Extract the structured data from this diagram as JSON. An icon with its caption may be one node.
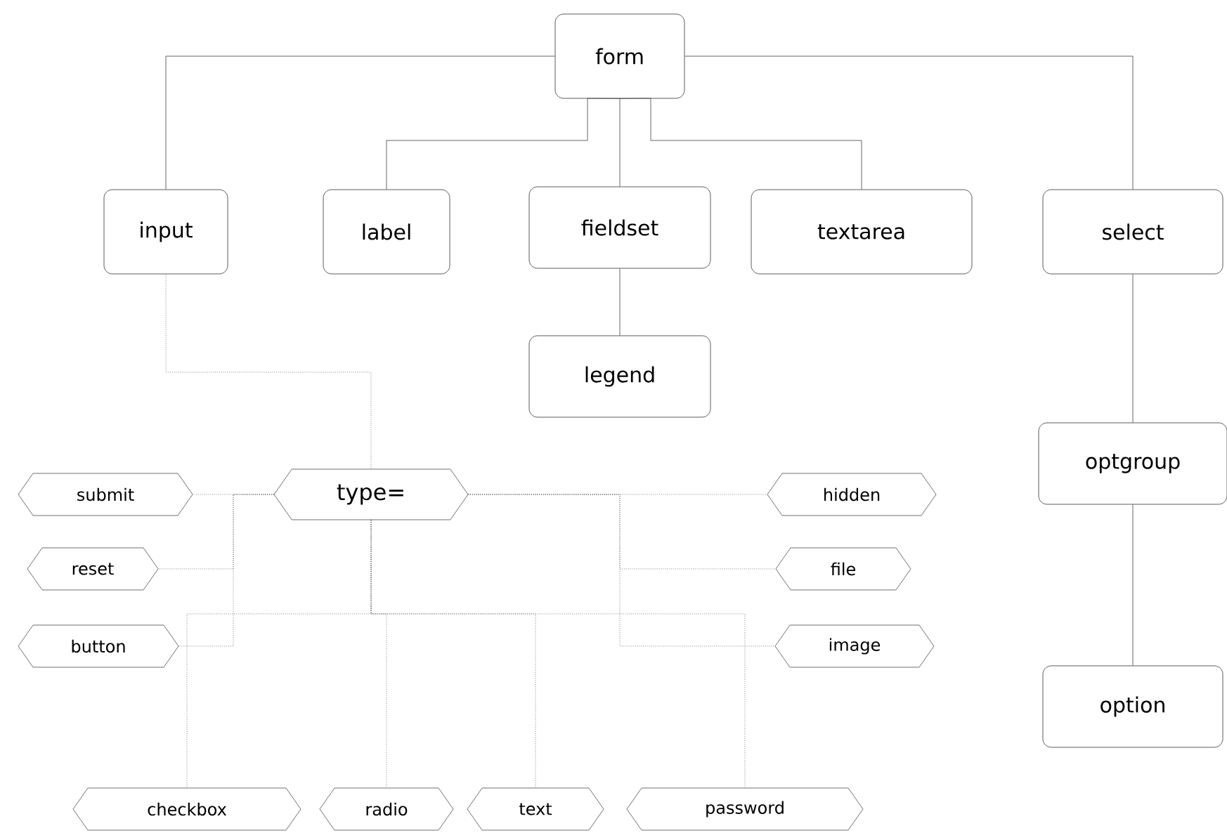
{
  "diagram": {
    "nodes": [
      {
        "text": [
          "form"
        ]
      },
      {
        "text": [
          "input"
        ]
      },
      {
        "text": [
          "label"
        ]
      },
      {
        "text": [
          "fieldset"
        ]
      },
      {
        "text": [
          "textarea"
        ]
      },
      {
        "text": [
          "select"
        ]
      },
      {
        "text": [
          "legend"
        ]
      },
      {
        "text": [
          "optgroup"
        ]
      },
      {
        "text": [
          "option"
        ]
      },
      {
        "text": [
          "type="
        ]
      },
      {
        "text": [
          "submit"
        ]
      },
      {
        "text": [
          "reset"
        ]
      },
      {
        "text": [
          "button"
        ]
      },
      {
        "text": [
          "hidden"
        ]
      },
      {
        "text": [
          "file"
        ]
      },
      {
        "text": [
          "image"
        ]
      },
      {
        "text": [
          "checkbox"
        ]
      },
      {
        "text": [
          "radio"
        ]
      },
      {
        "text": [
          "text"
        ]
      },
      {
        "text": [
          "password"
        ]
      }
    ],
    "edges": [
      {
        "from": 0,
        "to": 1,
        "arrow": "none"
      },
      {
        "from": 0,
        "to": 2,
        "arrow": "none"
      },
      {
        "from": 0,
        "to": 3,
        "arrow": "none"
      },
      {
        "from": 0,
        "to": 4,
        "arrow": "none"
      },
      {
        "from": 0,
        "to": 5,
        "arrow": "none"
      },
      {
        "from": 3,
        "to": 6,
        "arrow": "none"
      },
      {
        "from": 5,
        "to": 7,
        "arrow": "none"
      },
      {
        "from": 7,
        "to": 8,
        "arrow": "none"
      },
      {
        "from": 1,
        "to": 9,
        "arrow": "none",
        "style": "dashed"
      },
      {
        "from": 9,
        "to": 10,
        "arrow": "none",
        "style": "dashed"
      },
      {
        "from": 9,
        "to": 11,
        "arrow": "none",
        "style": "dashed"
      },
      {
        "from": 9,
        "to": 12,
        "arrow": "none",
        "style": "dashed"
      },
      {
        "from": 9,
        "to": 13,
        "arrow": "none",
        "style": "dashed"
      },
      {
        "from": 9,
        "to": 14,
        "arrow": "none",
        "style": "dashed"
      },
      {
        "from": 9,
        "to": 15,
        "arrow": "none",
        "style": "dashed"
      },
      {
        "from": 9,
        "to": 16,
        "arrow": "none",
        "style": "dashed"
      },
      {
        "from": 9,
        "to": 17,
        "arrow": "none",
        "style": "dashed"
      },
      {
        "from": 9,
        "to": 18,
        "arrow": "none",
        "style": "dashed"
      },
      {
        "from": 9,
        "to": 19,
        "arrow": "none",
        "style": "dashed"
      }
    ]
  }
}
